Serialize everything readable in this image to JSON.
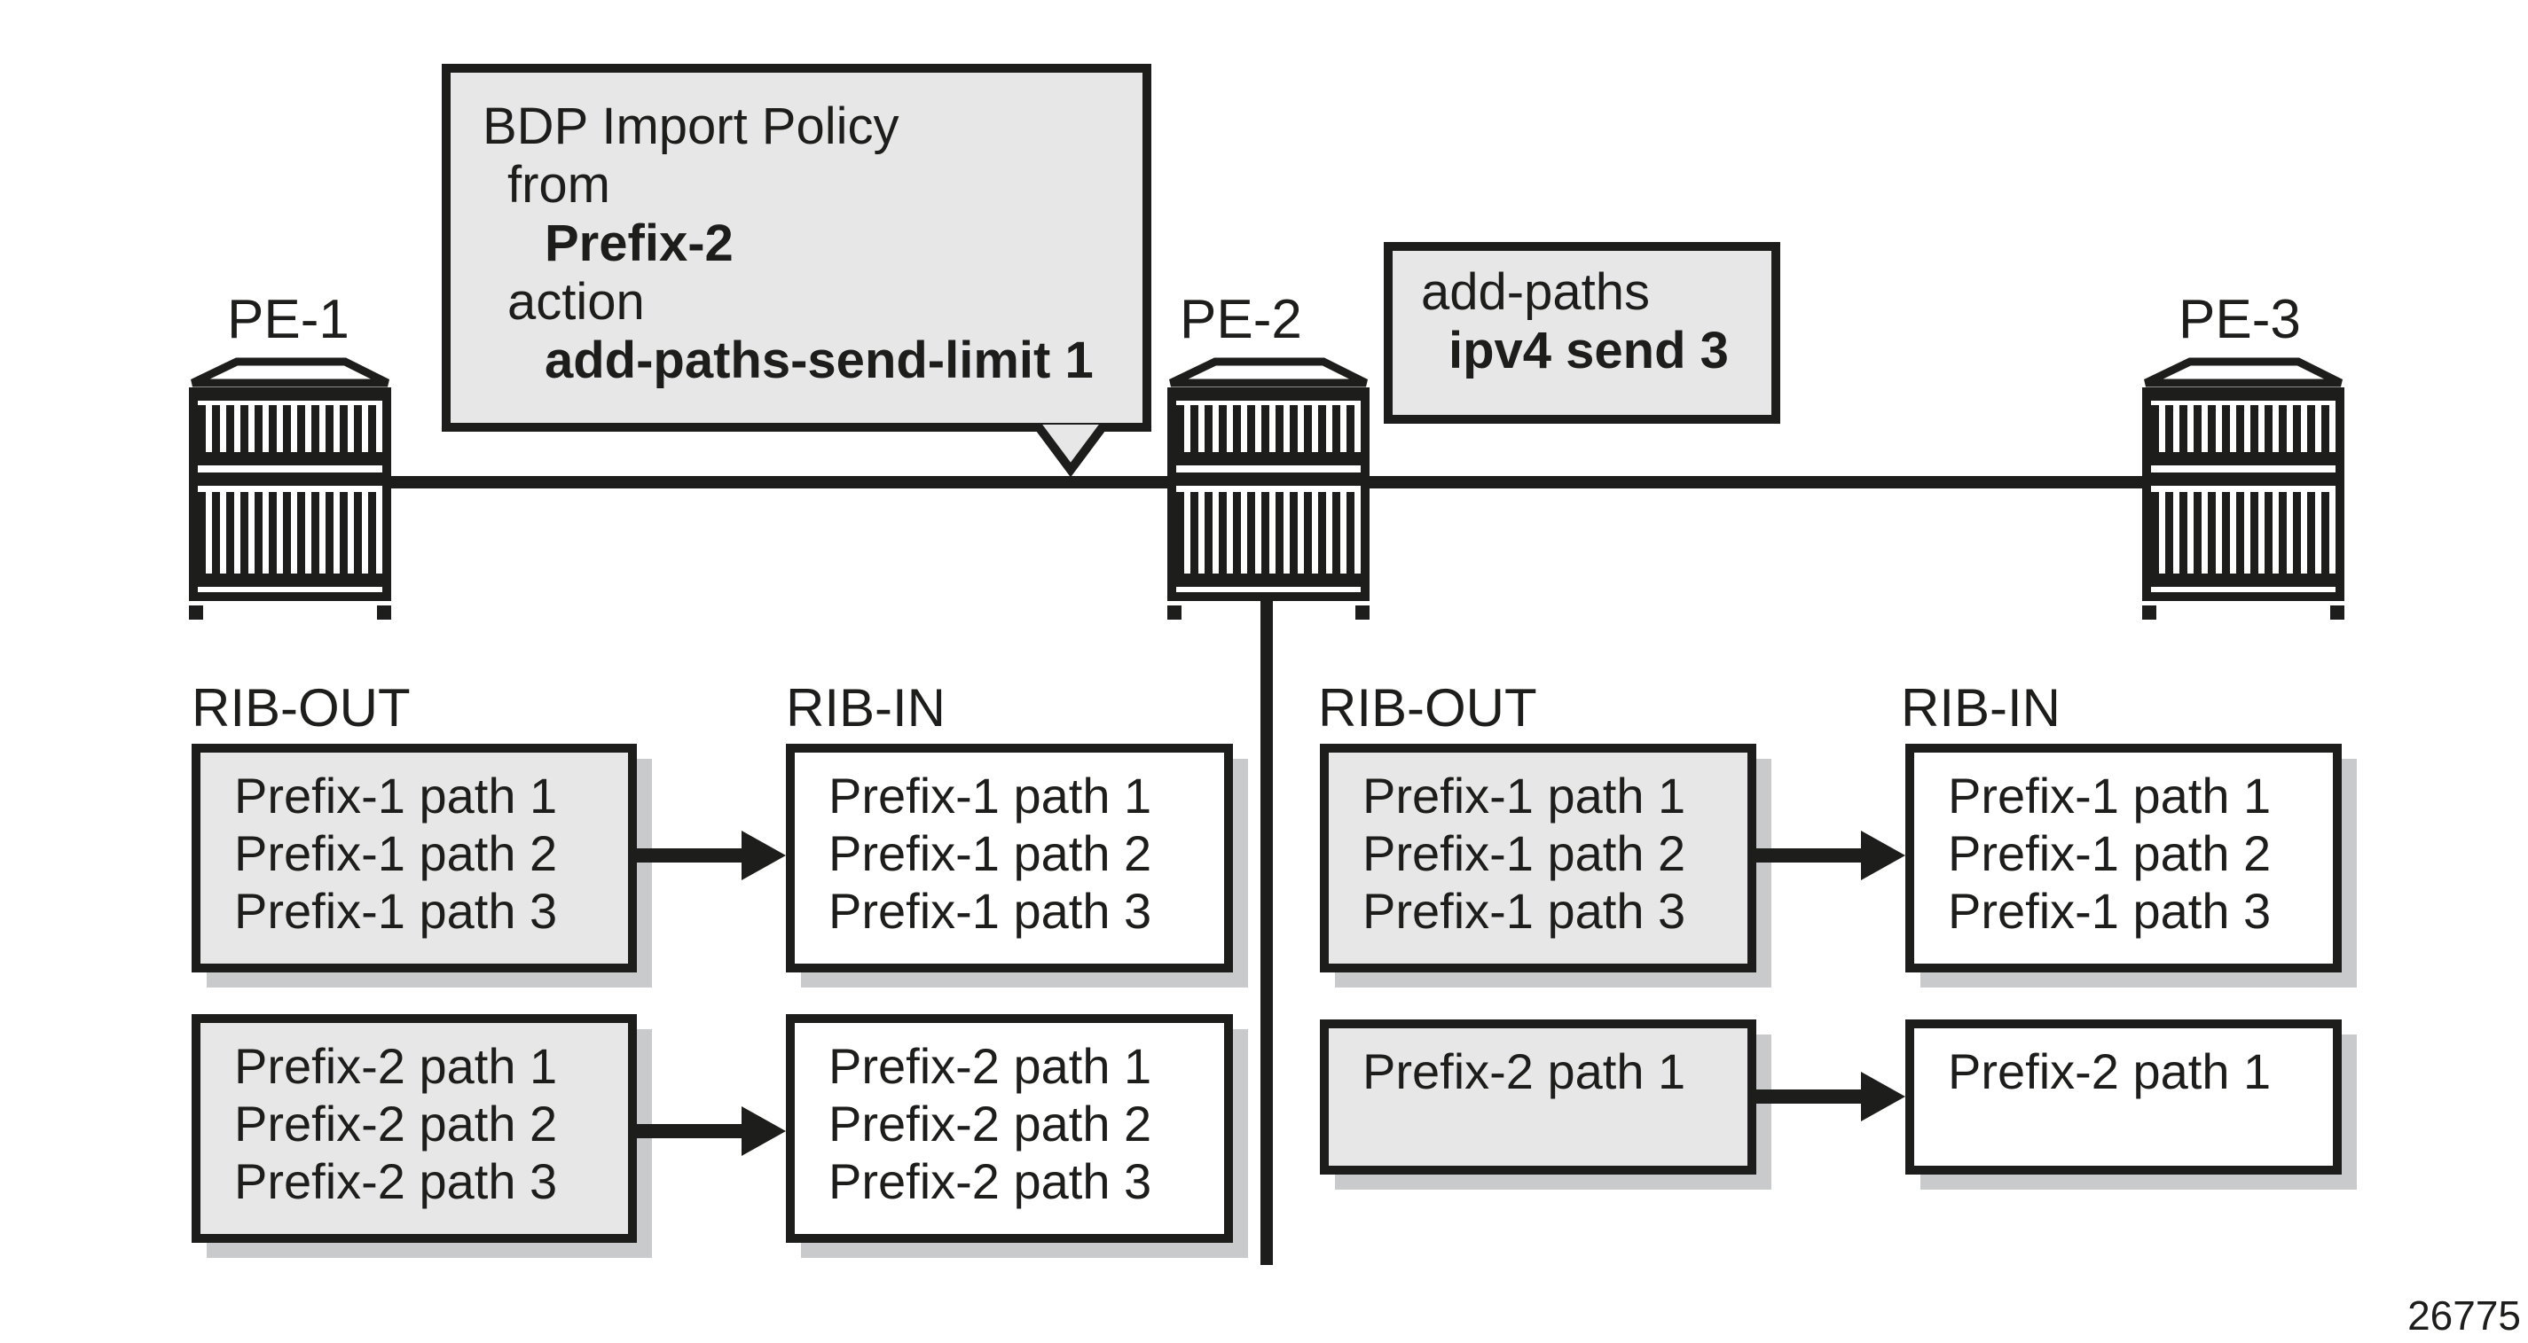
{
  "colors": {
    "black": "#1d1d1b",
    "box_fill_gray": "#e7e7e7",
    "shadow_gray": "#c9cacb",
    "background": "#ffffff"
  },
  "routers": {
    "pe1": {
      "label": "PE-1"
    },
    "pe2": {
      "label": "PE-2"
    },
    "pe3": {
      "label": "PE-3"
    }
  },
  "callout": {
    "line1": "BDP Import Policy",
    "line2": "from",
    "line3": "Prefix-2",
    "line4": "action",
    "line5": "add-paths-send-limit 1"
  },
  "addpaths": {
    "line1": "add-paths",
    "line2": "ipv4 send 3"
  },
  "sections": {
    "left": {
      "out_label": "RIB-OUT",
      "in_label": "RIB-IN"
    },
    "right": {
      "out_label": "RIB-OUT",
      "in_label": "RIB-IN"
    }
  },
  "boxes": {
    "left_out_prefix1": {
      "entries": [
        "Prefix-1 path 1",
        "Prefix-1 path 2",
        "Prefix-1 path 3"
      ]
    },
    "left_in_prefix1": {
      "entries": [
        "Prefix-1 path 1",
        "Prefix-1 path 2",
        "Prefix-1 path 3"
      ]
    },
    "right_out_prefix1": {
      "entries": [
        "Prefix-1 path 1",
        "Prefix-1 path 2",
        "Prefix-1 path 3"
      ]
    },
    "right_in_prefix1": {
      "entries": [
        "Prefix-1 path 1",
        "Prefix-1 path 2",
        "Prefix-1 path 3"
      ]
    },
    "left_out_prefix2": {
      "entries": [
        "Prefix-2 path 1",
        "Prefix-2 path 2",
        "Prefix-2 path 3"
      ]
    },
    "left_in_prefix2": {
      "entries": [
        "Prefix-2 path 1",
        "Prefix-2 path 2",
        "Prefix-2 path 3"
      ]
    },
    "right_out_prefix2": {
      "entries": [
        "Prefix-2 path 1"
      ]
    },
    "right_in_prefix2": {
      "entries": [
        "Prefix-2 path 1"
      ]
    }
  },
  "figure_number": "26775"
}
